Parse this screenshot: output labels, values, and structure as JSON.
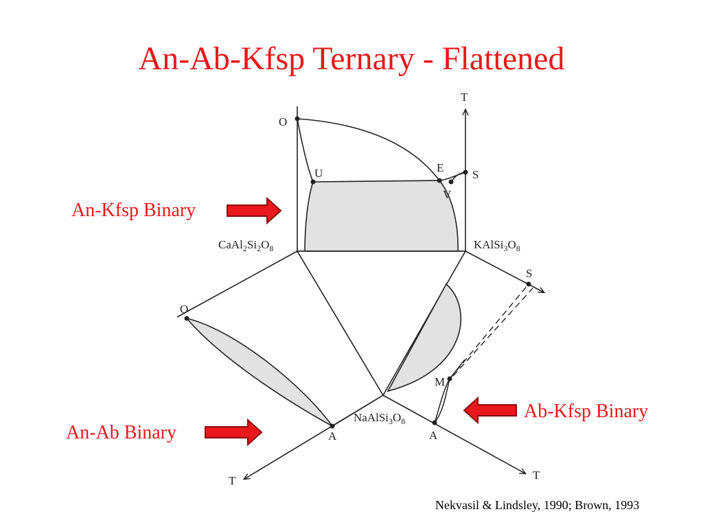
{
  "title": "An-Ab-Kfsp Ternary - Flattened",
  "colors": {
    "accent_red": "#e8181c",
    "shade": "#e2e2e2",
    "line": "#222222"
  },
  "callouts": {
    "an_kfsp": "An-Kfsp Binary",
    "ab_kfsp": "Ab-Kfsp Binary",
    "an_ab": "An-Ab Binary"
  },
  "citation": "Nekvasil & Lindsley, 1990; Brown, 1993",
  "diagram": {
    "compositions": {
      "an": {
        "main": "CaAl",
        "s1": "2",
        "m2": "Si",
        "s2": "2",
        "m3": "O",
        "s3": "8"
      },
      "kfsp": {
        "main": "KAlSi",
        "s1": "3",
        "m2": "O",
        "s2": "8"
      },
      "ab": {
        "main": "NaAlSi",
        "s1": "3",
        "m2": "O",
        "s2": "8"
      }
    },
    "points": {
      "o_top": "O",
      "u": "U",
      "e": "E",
      "v": "V",
      "s_top": "S",
      "t_top": "T",
      "o_left": "O",
      "a_left": "A",
      "t_left": "T",
      "s_right": "S",
      "m": "M",
      "a_right": "A",
      "t_right": "T"
    }
  }
}
